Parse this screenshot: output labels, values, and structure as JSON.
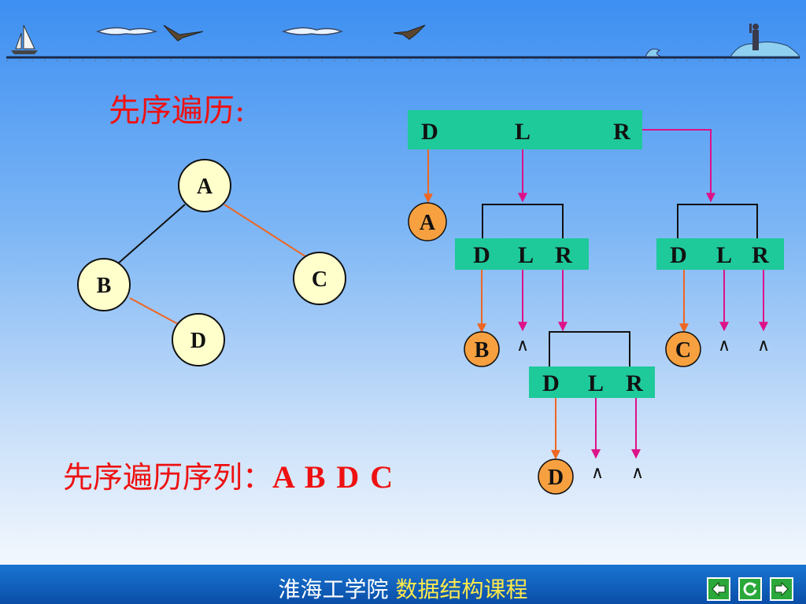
{
  "colors": {
    "node_fill": "#ffffcc",
    "visit_fill": "#f7a040",
    "box_fill": "#1ec99a",
    "orange_line": "#ee6622",
    "magenta_line": "#dd1188",
    "red_text": "#ee1111"
  },
  "title": "先序遍历:",
  "tree": {
    "nodes": [
      "A",
      "B",
      "C",
      "D"
    ]
  },
  "boxes": [
    {
      "d": "D",
      "l": "L",
      "r": "R"
    },
    {
      "d": "D",
      "l": "L",
      "r": "R"
    },
    {
      "d": "D",
      "l": "L",
      "r": "R"
    },
    {
      "d": "D",
      "l": "L",
      "r": "R"
    }
  ],
  "visited": [
    "A",
    "B",
    "C",
    "D"
  ],
  "null_marker": "∧",
  "sequence": {
    "label": "先序遍历序列：",
    "value": "A  B  D  C"
  },
  "footer": {
    "school": "淮海工学院",
    "course": "数据结构课程"
  },
  "nav": {
    "prev": "arrow-left-icon",
    "replay": "replay-icon",
    "next": "arrow-right-icon"
  }
}
